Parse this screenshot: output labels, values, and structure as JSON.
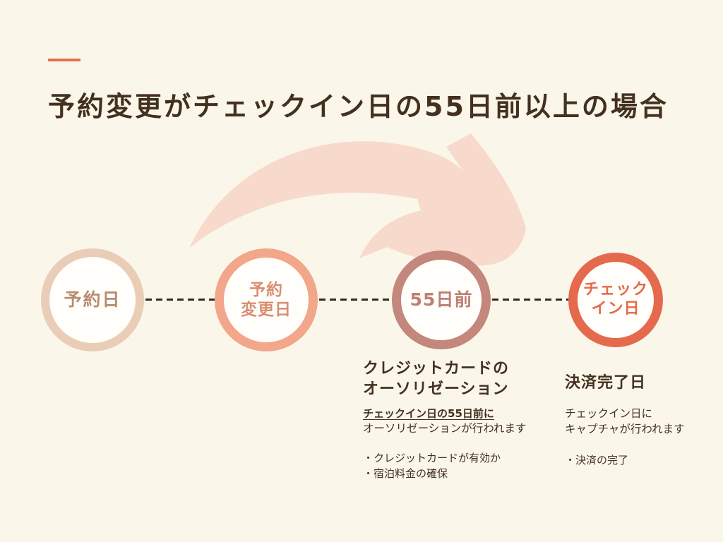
{
  "colors": {
    "background": "#FAF7EA",
    "text_dark": "#44301F",
    "accent_line": "#E0724F",
    "arrow_fill": "#F7DACB",
    "connector_dash": "#362A1E",
    "circle_fill": "#FFFEFA"
  },
  "header": {
    "title": "予約変更がチェックイン日の55日前以上の場合"
  },
  "timeline": {
    "connector_style": "dashed",
    "nodes": [
      {
        "id": "reservation-date",
        "lines": [
          "予約日"
        ],
        "border_color": "#E9CDB6",
        "text_color": "#B98C6F"
      },
      {
        "id": "reservation-change-date",
        "lines": [
          "予約",
          "変更日"
        ],
        "border_color": "#F2A78A",
        "text_color": "#DA8D71"
      },
      {
        "id": "55-days-before",
        "lines": [
          "55日前"
        ],
        "border_color": "#C4877C",
        "text_color": "#BD7F74"
      },
      {
        "id": "check-in-date",
        "lines": [
          "チェック",
          "イン日"
        ],
        "border_color": "#E5694C",
        "text_color": "#E5694C"
      }
    ]
  },
  "annotations": [
    {
      "heading_lines": [
        "クレジットカードの",
        "オーソリゼーション"
      ],
      "emphasis": "チェックイン日の55日前に",
      "description_lines": [
        "オーソリゼーションが行われます"
      ],
      "bullets": [
        "・クレジットカードが有効か",
        "・宿泊料金の確保"
      ]
    },
    {
      "heading_lines": [
        "決済完了日"
      ],
      "emphasis": "",
      "description_lines": [
        "チェックイン日に",
        "キャプチャが行われます"
      ],
      "bullets": [
        "・決済の完了"
      ]
    }
  ]
}
